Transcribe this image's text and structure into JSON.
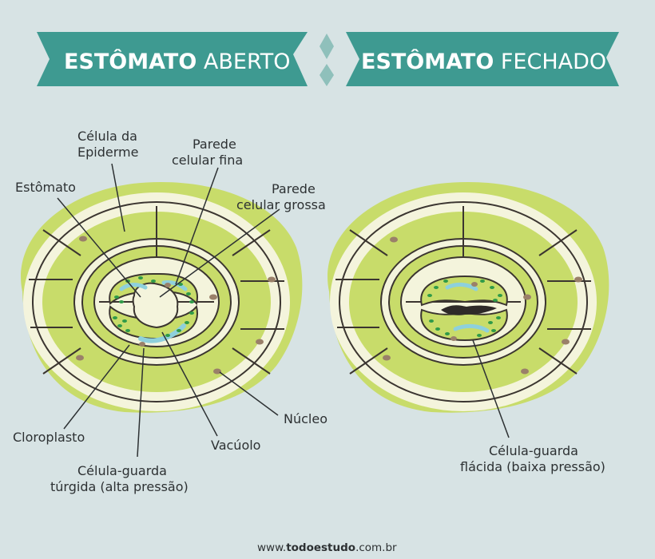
{
  "banners": {
    "open": {
      "bold": "ESTÔMATO",
      "light": "ABERTO"
    },
    "closed": {
      "bold": "ESTÔMATO",
      "light": "FECHADO"
    }
  },
  "labels": {
    "celula_epiderme": [
      "Célula da",
      "Epiderme"
    ],
    "parede_fina": [
      "Parede",
      "celular fina"
    ],
    "parede_grossa": [
      "Parede",
      "celular grossa"
    ],
    "estomato": "Estômato",
    "nucleo": "Núcleo",
    "vacuolo": "Vacúolo",
    "cloroplasto": "Cloroplasto",
    "turgida": [
      "Célula-guarda",
      "túrgida (alta pressão)"
    ],
    "flacida": [
      "Célula-guarda",
      "flácida (baixa pressão)"
    ]
  },
  "footer": {
    "pre": "www.",
    "bold": "todoestudo",
    "post": ".com.br"
  },
  "colors": {
    "background": "#d7e3e4",
    "banner": "#3e9a91",
    "cell_green": "#c8dc6a",
    "wall_cream": "#f4f4dc",
    "outline": "#3b3530",
    "chloroplast": "#2f9a48",
    "vacuole": "#8ed0dc",
    "nucleus": "#9a8069"
  }
}
